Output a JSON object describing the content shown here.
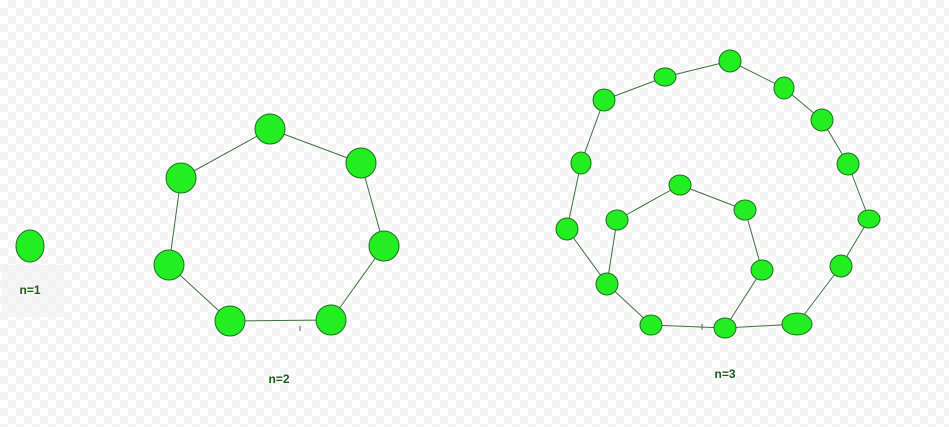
{
  "colors": {
    "node_fill": "#22ee22",
    "node_stroke": "#1f6f1f",
    "edge": "#3f6f3f",
    "label": "#1e5a1e"
  },
  "graphs": [
    {
      "id": "n1",
      "label": "n=1"
    },
    {
      "id": "n2",
      "label": "n=2"
    },
    {
      "id": "n3",
      "label": "n=3"
    }
  ]
}
